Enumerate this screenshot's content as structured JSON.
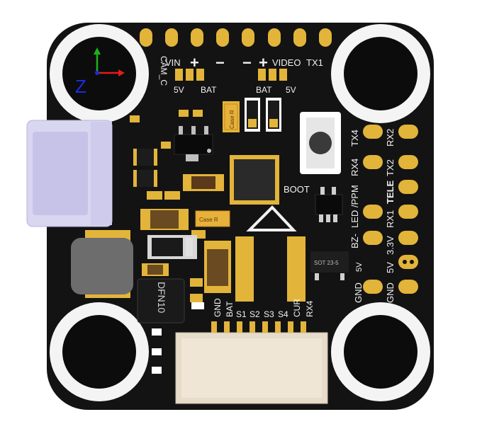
{
  "board": {
    "silk": {
      "cam_c": "CAM_C",
      "vin": "VIN",
      "plus_left": "+",
      "minus_left": "−",
      "minus_right": "−",
      "plus_right": "+",
      "video": "VIDEO",
      "tx1": "TX1",
      "five_v_left": "5V",
      "bat_left": "BAT",
      "bat_right": "BAT",
      "five_v_right": "5V",
      "tx4": "TX4",
      "rx4_top": "RX4",
      "tx2": "TX2",
      "rx2": "RX2",
      "tele": "TELE",
      "led_ppm": "LED /PPM",
      "rx1": "RX1",
      "bz_minus": "BZ-",
      "three_v3": "3.3V",
      "five_v_mid": "5V",
      "five_v_side": "5V",
      "gnd_mid": "GND",
      "gnd_side": "GND",
      "boot": "BOOT",
      "case_r_top": "Case R",
      "case_r_mid": "Case R",
      "sot": "SOT 23-5",
      "dfn": "DFN10",
      "gnd_bottom": "GND",
      "bat_bottom": "BAT",
      "s1": "S1",
      "s2": "S2",
      "s3": "S3",
      "s4": "S4",
      "cur": "CUR",
      "rx4_bottom": "RX4",
      "axis_z": "Z"
    },
    "colors": {
      "pcb": "#131313",
      "pad": "#e2b43a",
      "silk": "#f2f2f2",
      "mount_ring": "#f4f4f4",
      "usb": "#d9d6ef",
      "inductor": "#6d6d6d",
      "connector": "#e7dcc9",
      "axis_x": "#e31b1b",
      "axis_y": "#1bb21b",
      "axis_z": "#1b2ce3"
    }
  }
}
